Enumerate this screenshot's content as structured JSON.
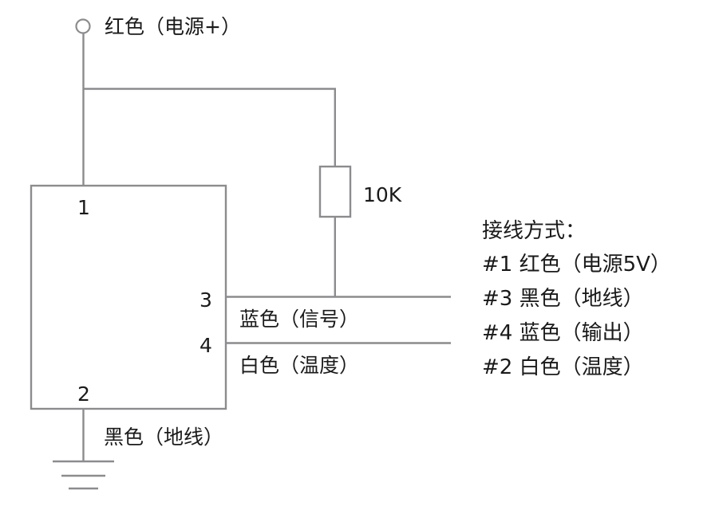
{
  "diagram": {
    "title_text": "接线方式：",
    "power_terminal_label": "红色（电源+）",
    "resistor_value": "10K",
    "ground_wire_label": "黑色（地线）",
    "pin_numbers": {
      "pin1": "1",
      "pin2": "2",
      "pin3": "3",
      "pin4": "4"
    },
    "wire_labels": {
      "signal": "蓝色（信号）",
      "temperature": "白色（温度）"
    },
    "legend": [
      "#1 红色（电源5V）",
      "#3 黑色（地线）",
      "#4 蓝色（输出）",
      "#2 白色（温度）"
    ],
    "colors": {
      "line": "#8c8c8f",
      "text": "#1a1a1a",
      "background": "#ffffff"
    }
  }
}
